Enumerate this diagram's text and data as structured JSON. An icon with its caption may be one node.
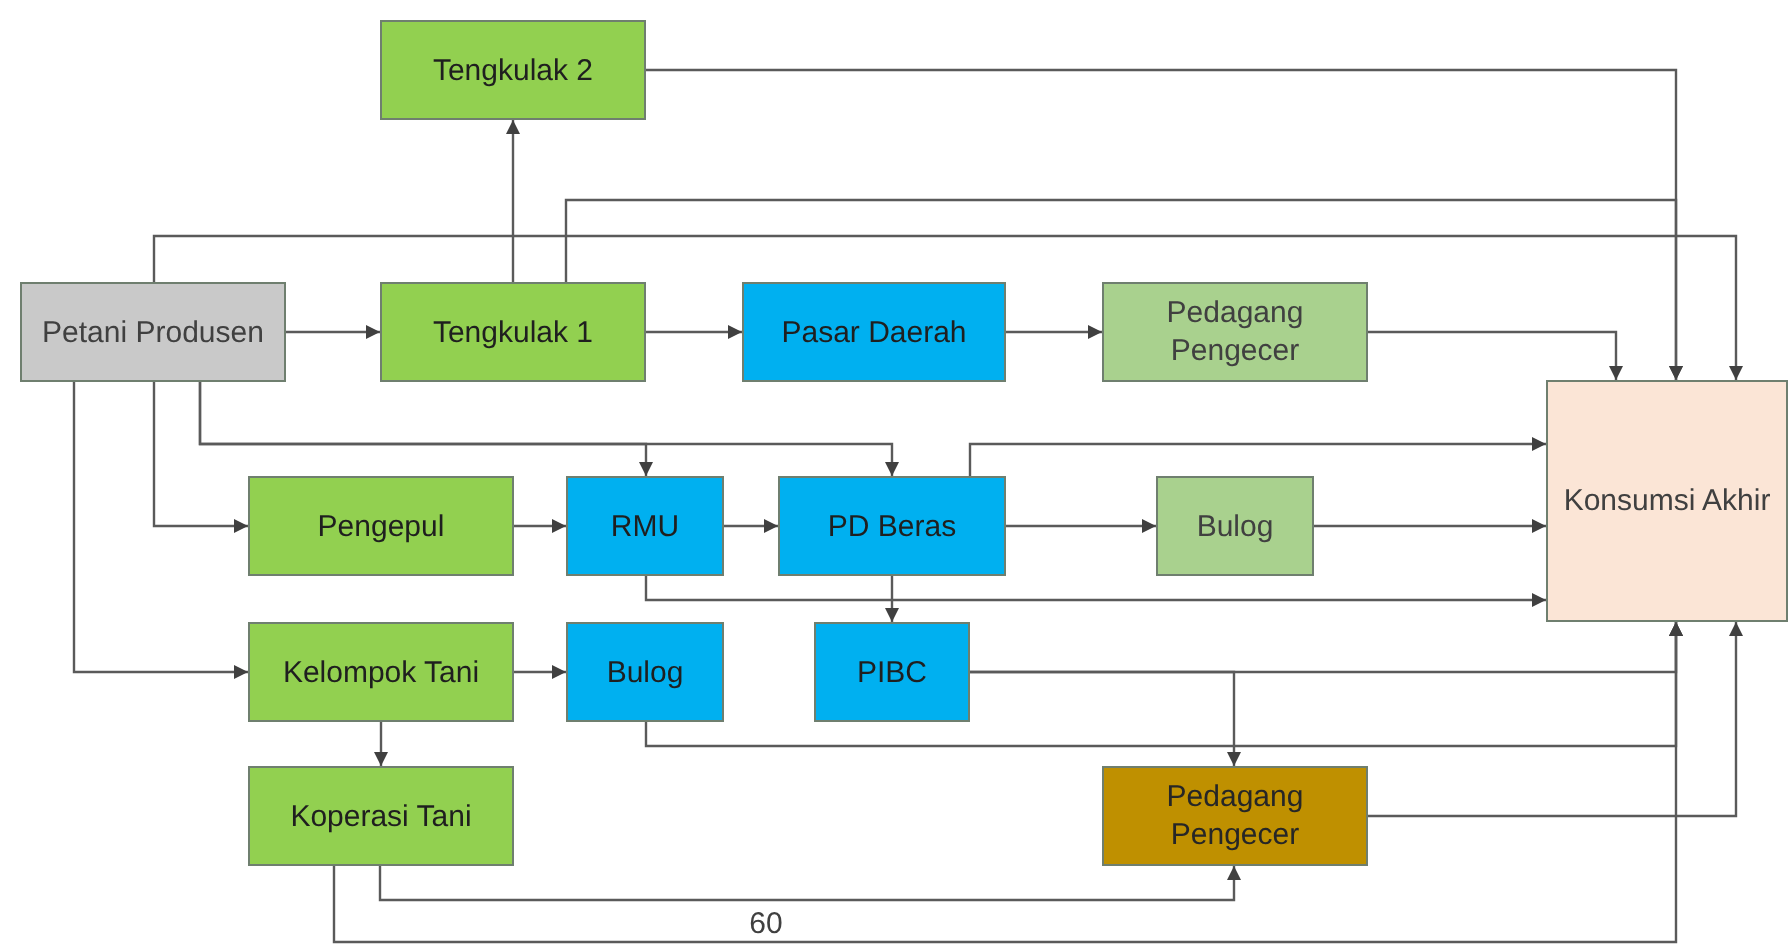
{
  "diagram": {
    "nodes": [
      {
        "text": [
          "Petani Produsen"
        ]
      },
      {
        "text": [
          "Tengkulak 2"
        ]
      },
      {
        "text": [
          "Tengkulak 1"
        ]
      },
      {
        "text": [
          "Pasar Daerah"
        ]
      },
      {
        "text": [
          "Pedagang Pengecer"
        ]
      },
      {
        "text": [
          "Konsumsi Akhir"
        ]
      },
      {
        "text": [
          "Pengepul"
        ]
      },
      {
        "text": [
          "RMU"
        ]
      },
      {
        "text": [
          "PD Beras"
        ]
      },
      {
        "text": [
          "Bulog"
        ]
      },
      {
        "text": [
          "Kelompok Tani"
        ]
      },
      {
        "text": [
          "Bulog"
        ]
      },
      {
        "text": [
          "PIBC"
        ]
      },
      {
        "text": [
          "Koperasi Tani"
        ]
      },
      {
        "text": [
          "Pedagang Pengecer"
        ]
      }
    ],
    "edges": [
      {
        "from": 0,
        "to": 2,
        "arrow": "to"
      },
      {
        "from": 2,
        "to": 1,
        "arrow": "to"
      },
      {
        "from": 2,
        "to": 3,
        "arrow": "to"
      },
      {
        "from": 3,
        "to": 4,
        "arrow": "to"
      },
      {
        "from": 4,
        "to": 5,
        "arrow": "to"
      },
      {
        "from": 1,
        "to": 5,
        "arrow": "to"
      },
      {
        "from": 2,
        "to": 5,
        "arrow": "to"
      },
      {
        "from": 0,
        "to": 5,
        "arrow": "to"
      },
      {
        "from": 0,
        "to": 7,
        "arrow": "to"
      },
      {
        "from": 0,
        "to": 8,
        "arrow": "to"
      },
      {
        "from": 0,
        "to": 6,
        "arrow": "to"
      },
      {
        "from": 0,
        "to": 10,
        "arrow": "to"
      },
      {
        "from": 6,
        "to": 7,
        "arrow": "to"
      },
      {
        "from": 7,
        "to": 8,
        "arrow": "to"
      },
      {
        "from": 8,
        "to": 9,
        "arrow": "to"
      },
      {
        "from": 9,
        "to": 5,
        "arrow": "to"
      },
      {
        "from": 8,
        "to": 5,
        "arrow": "to"
      },
      {
        "from": 7,
        "to": 5,
        "arrow": "to"
      },
      {
        "from": 8,
        "to": 12,
        "arrow": "to"
      },
      {
        "from": 10,
        "to": 11,
        "arrow": "to"
      },
      {
        "from": 10,
        "to": 13,
        "arrow": "to"
      },
      {
        "from": 12,
        "to": 5,
        "arrow": "to"
      },
      {
        "from": 12,
        "to": 14,
        "arrow": "to"
      },
      {
        "from": 11,
        "to": 5,
        "arrow": "to"
      },
      {
        "from": 14,
        "to": 5,
        "arrow": "to"
      },
      {
        "from": 13,
        "to": 14,
        "arrow": "to",
        "label": "60"
      },
      {
        "from": 13,
        "to": 5,
        "arrow": "to"
      }
    ]
  }
}
